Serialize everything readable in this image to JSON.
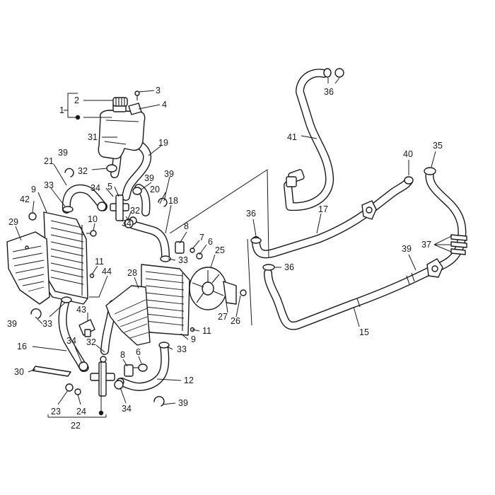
{
  "diagram": {
    "callouts": [
      {
        "id": "c1",
        "text": "1"
      },
      {
        "id": "c2",
        "text": "2"
      },
      {
        "id": "c3",
        "text": "3"
      },
      {
        "id": "c4",
        "text": "4"
      },
      {
        "id": "c19",
        "text": "19"
      },
      {
        "id": "c31",
        "text": "31"
      },
      {
        "id": "c32a",
        "text": "32"
      },
      {
        "id": "c39a",
        "text": "39"
      },
      {
        "id": "c21",
        "text": "21"
      },
      {
        "id": "c34a",
        "text": "34"
      },
      {
        "id": "c5",
        "text": "5"
      },
      {
        "id": "c39b",
        "text": "39"
      },
      {
        "id": "c39c",
        "text": "39"
      },
      {
        "id": "c20",
        "text": "20"
      },
      {
        "id": "c18",
        "text": "18"
      },
      {
        "id": "c33a",
        "text": "33"
      },
      {
        "id": "c9a",
        "text": "9"
      },
      {
        "id": "c42",
        "text": "42"
      },
      {
        "id": "c32b",
        "text": "32"
      },
      {
        "id": "c10",
        "text": "10"
      },
      {
        "id": "c29",
        "text": "29"
      },
      {
        "id": "c34b",
        "text": "34"
      },
      {
        "id": "c8a",
        "text": "8"
      },
      {
        "id": "c7",
        "text": "7"
      },
      {
        "id": "c6a",
        "text": "6"
      },
      {
        "id": "c25",
        "text": "25"
      },
      {
        "id": "c33b",
        "text": "33"
      },
      {
        "id": "c11a",
        "text": "11"
      },
      {
        "id": "c44",
        "text": "44"
      },
      {
        "id": "c28",
        "text": "28"
      },
      {
        "id": "c39d",
        "text": "39"
      },
      {
        "id": "c33c",
        "text": "33"
      },
      {
        "id": "c43",
        "text": "43"
      },
      {
        "id": "c27",
        "text": "27"
      },
      {
        "id": "c26",
        "text": "26"
      },
      {
        "id": "c11b",
        "text": "11"
      },
      {
        "id": "c16",
        "text": "16"
      },
      {
        "id": "c34c",
        "text": "34"
      },
      {
        "id": "c32c",
        "text": "32"
      },
      {
        "id": "c9b",
        "text": "9"
      },
      {
        "id": "c33d",
        "text": "33"
      },
      {
        "id": "c8b",
        "text": "8"
      },
      {
        "id": "c6b",
        "text": "6"
      },
      {
        "id": "c30",
        "text": "30"
      },
      {
        "id": "c12",
        "text": "12"
      },
      {
        "id": "c34d",
        "text": "34"
      },
      {
        "id": "c39e",
        "text": "39"
      },
      {
        "id": "c23",
        "text": "23"
      },
      {
        "id": "c24",
        "text": "24"
      },
      {
        "id": "c22",
        "text": "22"
      },
      {
        "id": "c36a",
        "text": "36"
      },
      {
        "id": "c41",
        "text": "41"
      },
      {
        "id": "c40",
        "text": "40"
      },
      {
        "id": "c35",
        "text": "35"
      },
      {
        "id": "c17",
        "text": "17"
      },
      {
        "id": "c36b",
        "text": "36"
      },
      {
        "id": "c36c",
        "text": "36"
      },
      {
        "id": "c37",
        "text": "37"
      },
      {
        "id": "c39f",
        "text": "39"
      },
      {
        "id": "c15",
        "text": "15"
      }
    ]
  }
}
